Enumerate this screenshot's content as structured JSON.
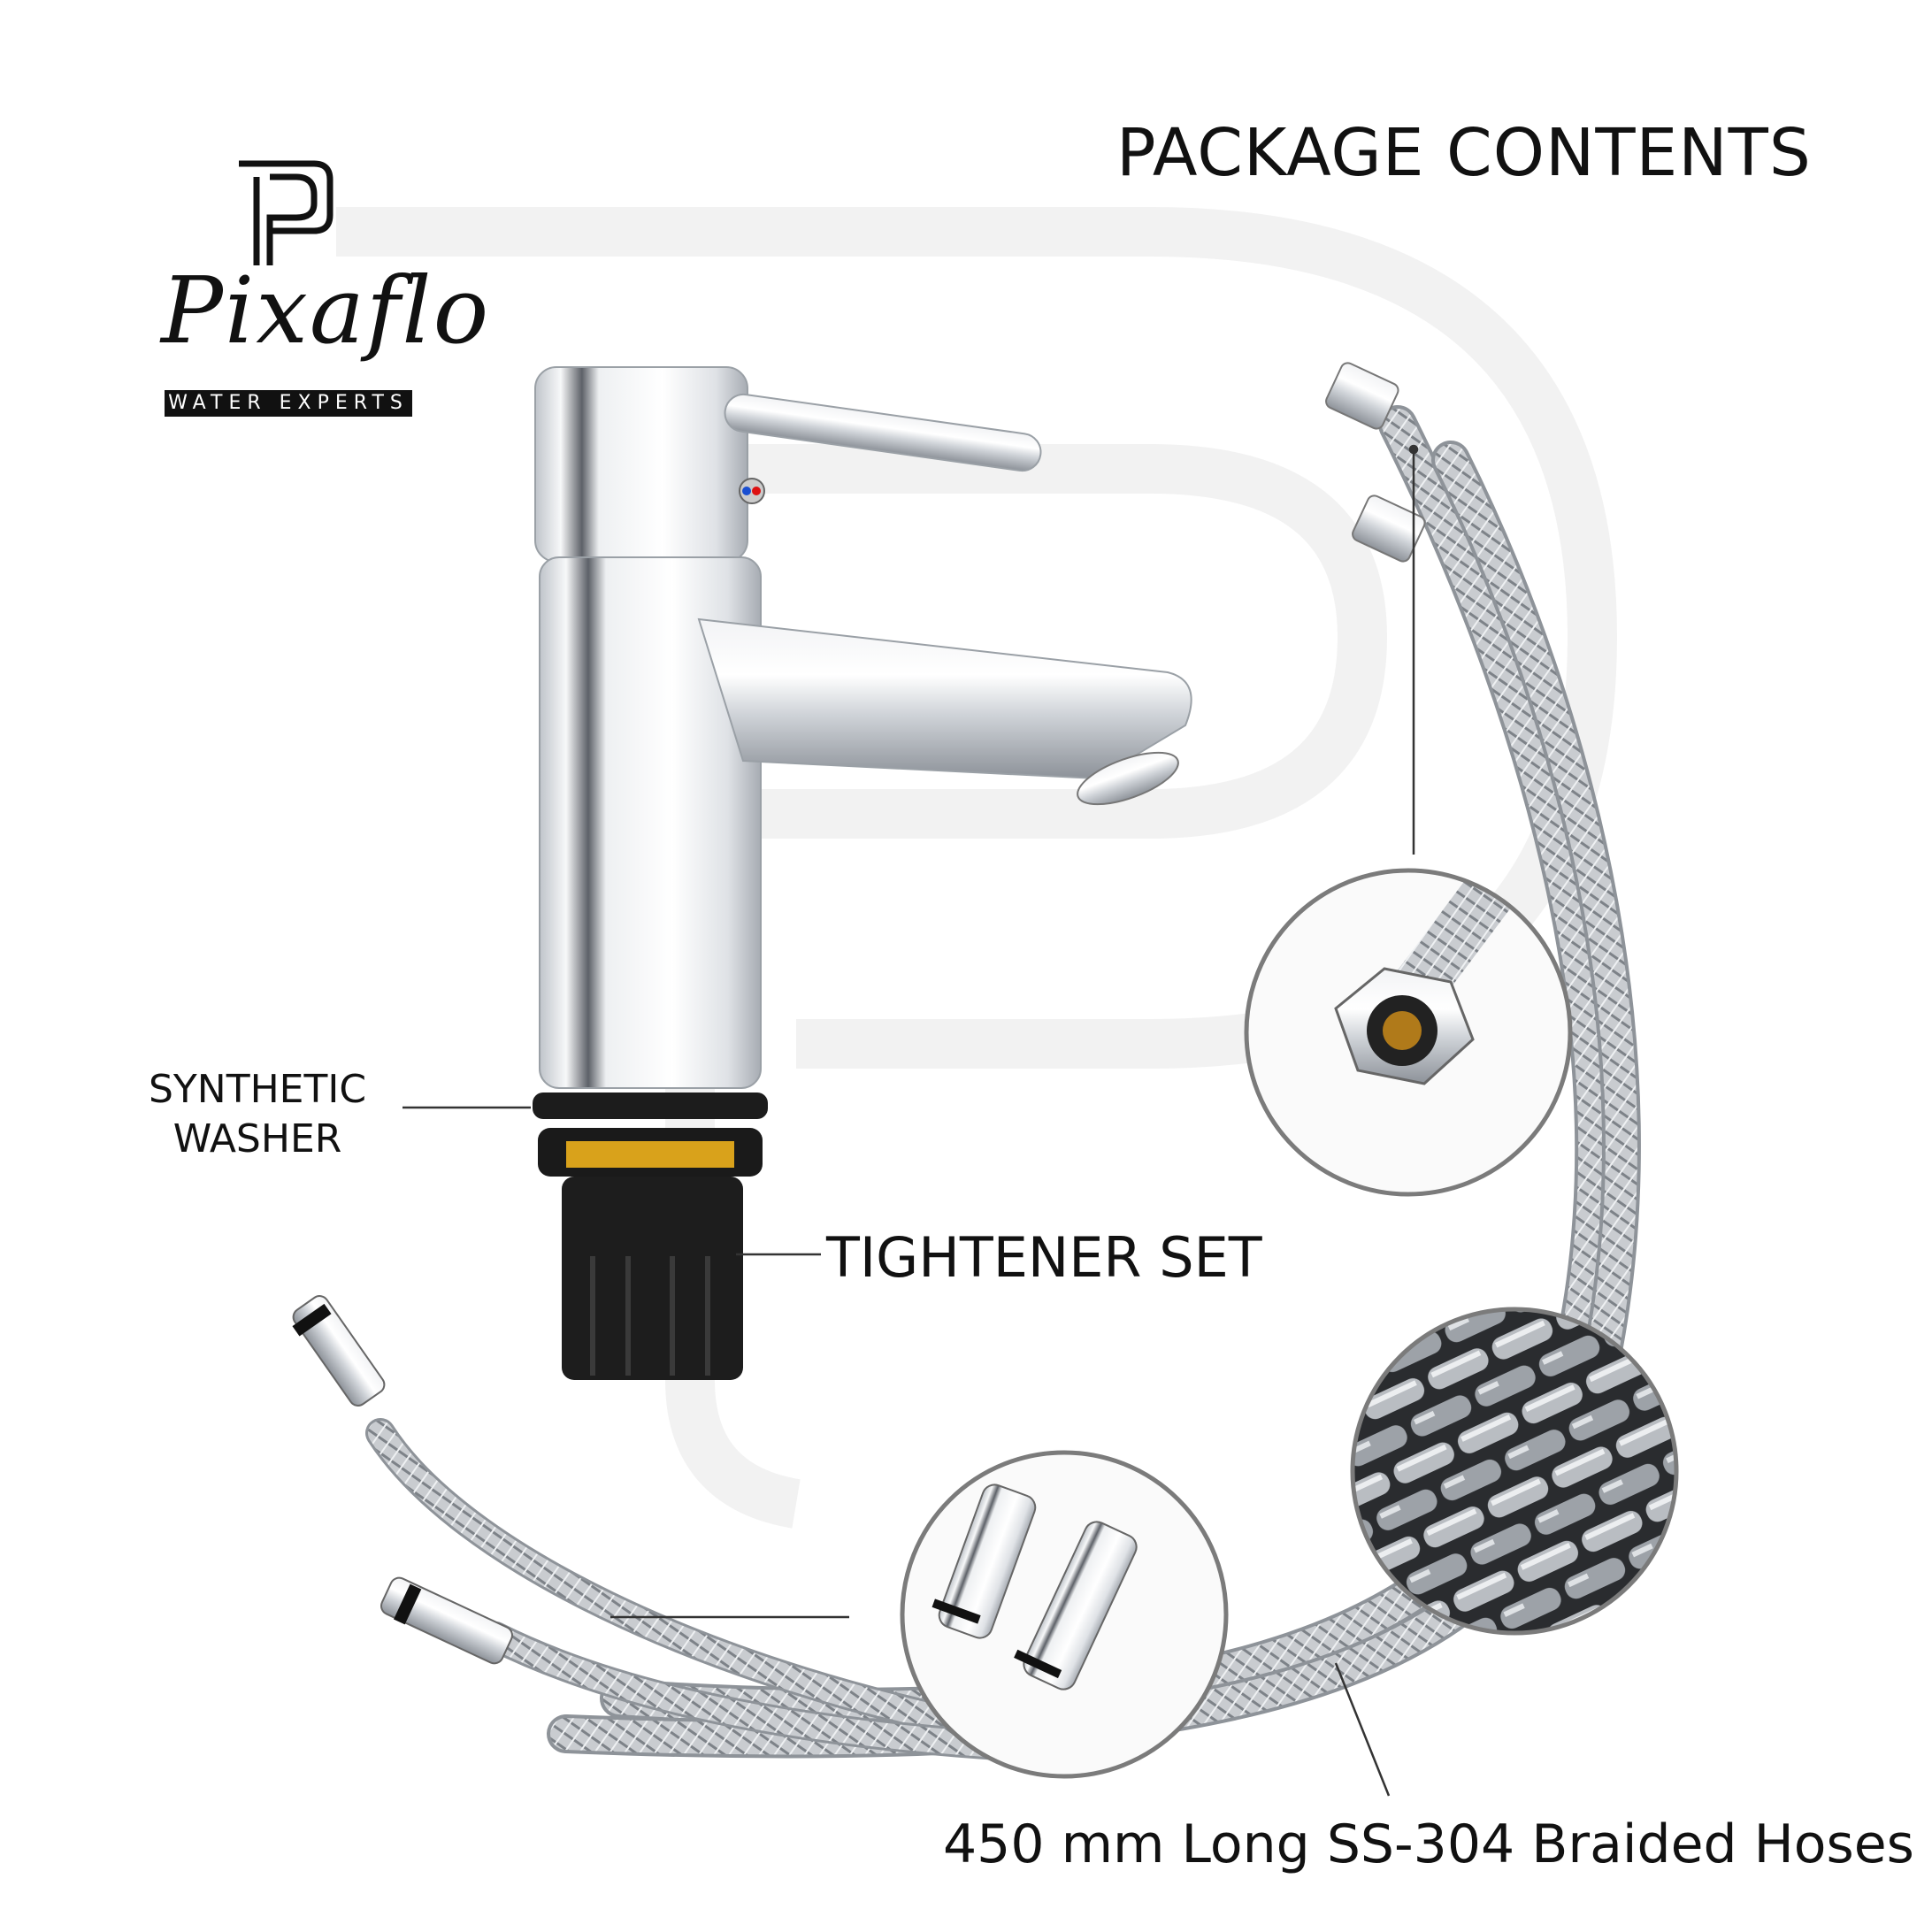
{
  "title": "PACKAGE CONTENTS",
  "brand": {
    "name": "Pixaflo",
    "tagline": "WATER EXPERTS",
    "logo_mark": "P-monogram-logo"
  },
  "callouts": {
    "washer_line1": "SYNTHETIC",
    "washer_line2": "WASHER",
    "tightener": "TIGHTENER SET",
    "hoses": "450 mm Long SS-304 Braided Hoses"
  },
  "product_images": [
    "basin-mixer-faucet",
    "braided-hose-long",
    "braided-hose-short",
    "nut-connector-zoom",
    "braid-weave-zoom",
    "threaded-connector-zoom"
  ],
  "colors": {
    "text": "#111111",
    "chrome": "#d9dde2",
    "rubber": "#1a1a1a",
    "brass": "#d9a21b",
    "watermark": "#f3f3f3",
    "zoom_ring": "#7b7b7b"
  }
}
